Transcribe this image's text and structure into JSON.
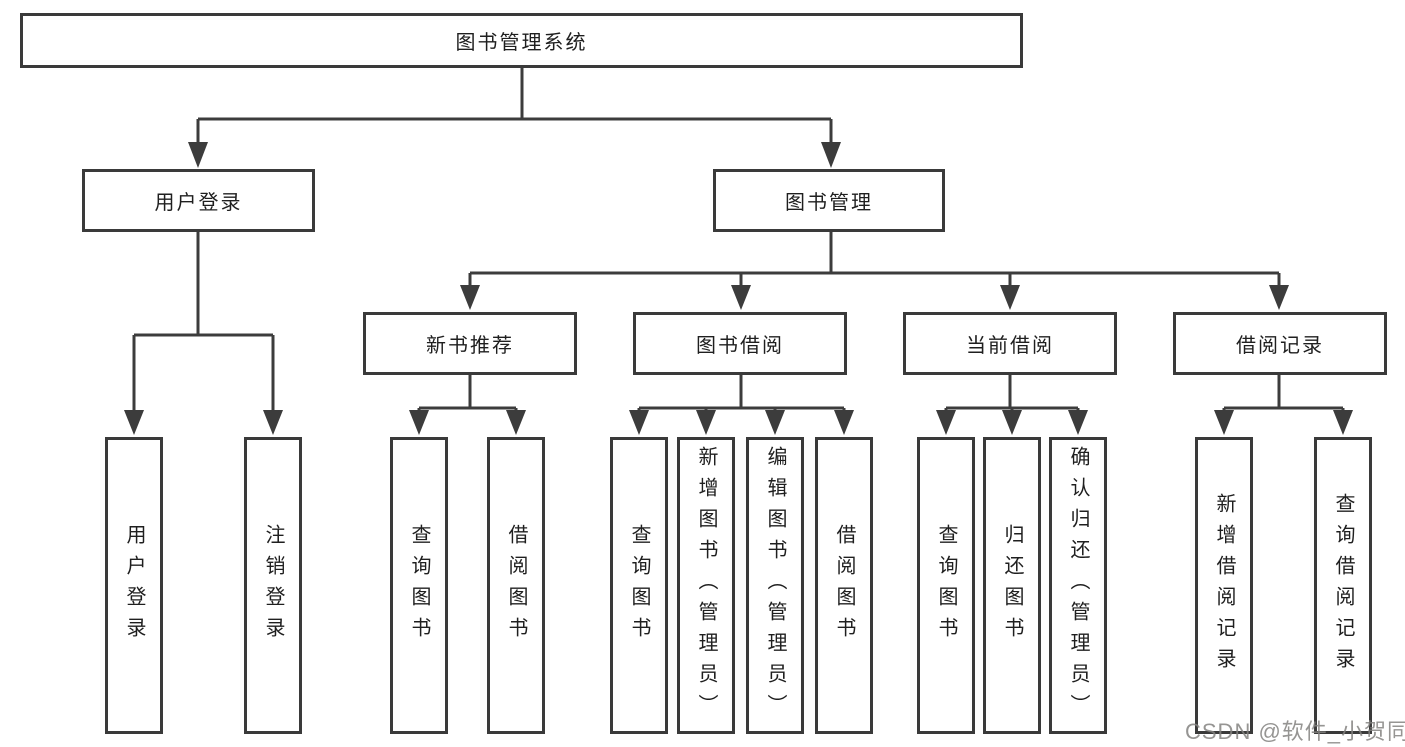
{
  "diagram_title": "图书管理系统",
  "nodes": {
    "root": "图书管理系统",
    "level2": {
      "user_login": "用户登录",
      "book_mgmt": "图书管理"
    },
    "level3": {
      "new_book": "新书推荐",
      "book_borrow": "图书借阅",
      "current_borrow": "当前借阅",
      "borrow_record": "借阅记录"
    },
    "leaves": {
      "user_login": [
        "用户登录",
        "注销登录"
      ],
      "new_book": [
        "查询图书",
        "借阅图书"
      ],
      "book_borrow": [
        "查询图书",
        "新增图书（管理员）",
        "编辑图书（管理员）",
        "借阅图书"
      ],
      "current_borrow": [
        "查询图书",
        "归还图书",
        "确认归还（管理员）"
      ],
      "borrow_record": [
        "新增借阅记录",
        "查询借阅记录"
      ]
    }
  },
  "watermark": "CSDN @软件_小贺同学",
  "colors": {
    "line": "#3c3c3c",
    "box_border": "#3a3a3a",
    "text": "#1f1f1f",
    "watermark": "#848280",
    "background": "#ffffff"
  }
}
